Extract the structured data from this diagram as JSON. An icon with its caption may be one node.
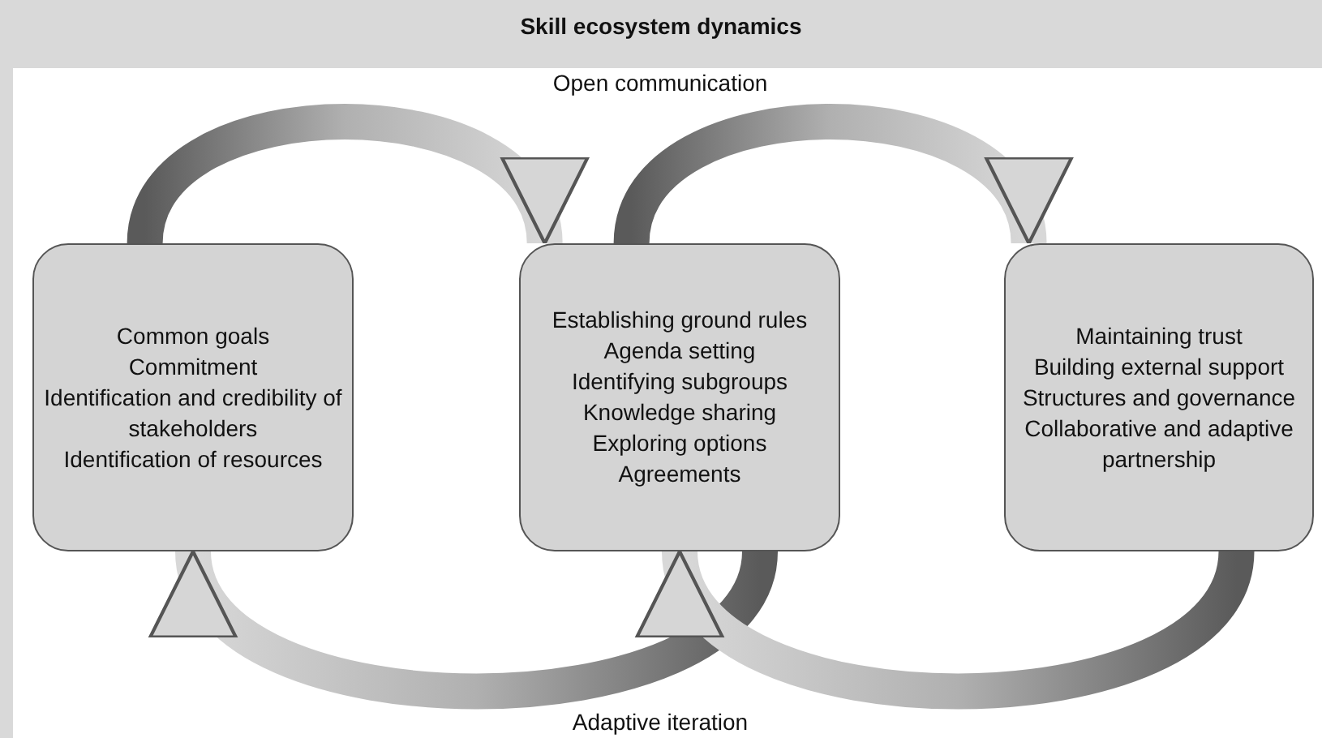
{
  "diagram": {
    "title": "Skill ecosystem dynamics",
    "nodes": [
      {
        "text": [
          "Common goals",
          "Commitment",
          "Identification and credibility of stakeholders",
          "Identification of resources"
        ]
      },
      {
        "text": [
          "Establishing ground rules",
          "Agenda setting",
          "Identifying subgroups",
          "Knowledge sharing",
          "Exploring options",
          "Agreements"
        ]
      },
      {
        "text": [
          "Maintaining trust",
          "Building external support",
          "Structures and governance",
          "Collaborative and adaptive partnership"
        ]
      }
    ],
    "edges": [
      {
        "from": 0,
        "to": 1,
        "arrow": "to"
      },
      {
        "from": 1,
        "to": 2,
        "arrow": "to"
      },
      {
        "from": 1,
        "to": 0,
        "arrow": "to"
      },
      {
        "from": 2,
        "to": 1,
        "arrow": "to"
      }
    ],
    "labels": [
      "Open communication",
      "Adaptive iteration"
    ]
  }
}
